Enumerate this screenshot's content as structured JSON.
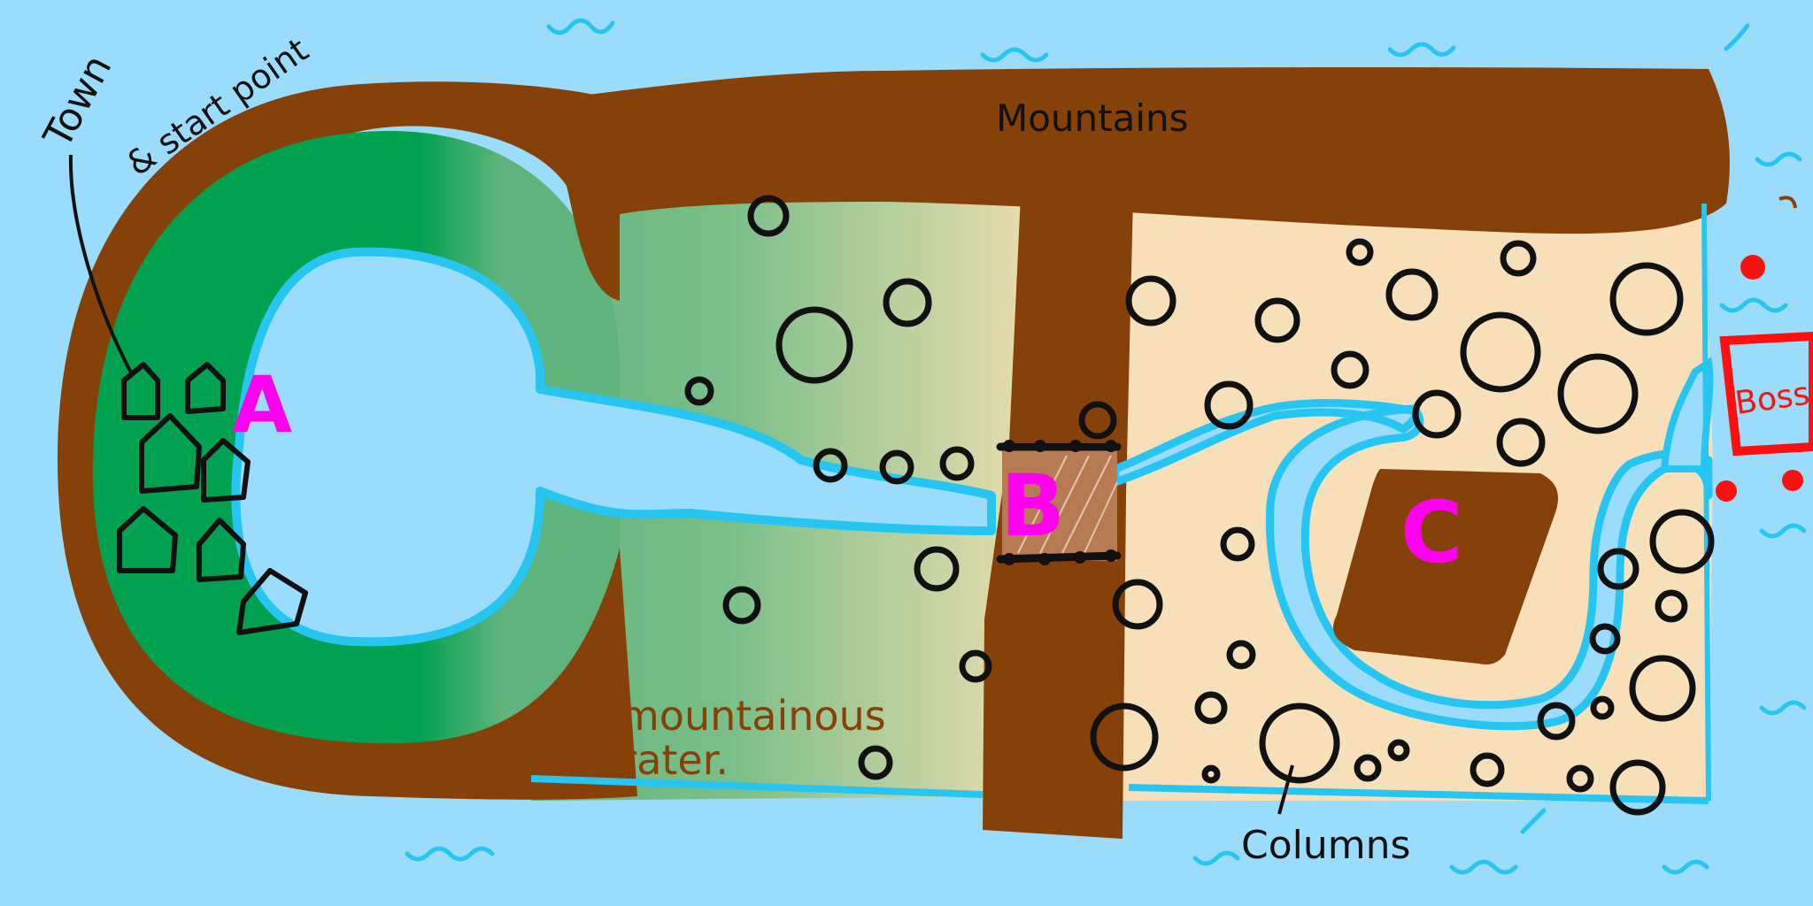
{
  "map": {
    "labels": {
      "town": "Town",
      "start_point": "& start point",
      "mountains": "Mountains",
      "mountainous": "mountainous",
      "crater": "crater.",
      "columns": "Columns",
      "boss": "Boss"
    },
    "markers": {
      "a": "A",
      "b": "B",
      "c": "C"
    },
    "icons": [
      "house-icon",
      "column-icon",
      "wave-icon",
      "bridge-icon",
      "red-dot-icon"
    ],
    "colors": {
      "sea": "#9bdcfc",
      "water": "#9bdcfc",
      "river_outline": "#27c6f2",
      "mountain": "#864108",
      "grass_dark": "#00a150",
      "grass_light": "#5eb47c",
      "sand": "#f7dfba",
      "marker": "#ff00ee",
      "boss": "#ff1010",
      "ink": "#111111"
    }
  }
}
